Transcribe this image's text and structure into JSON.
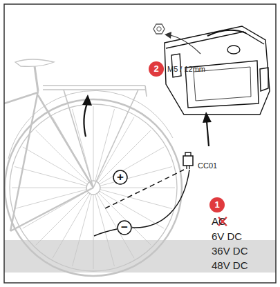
{
  "diagram": {
    "labels": [
      "2",
      "M5 / 12mm",
      "CC01",
      "+",
      "−",
      "1",
      "AC",
      "6V DC",
      "36V DC",
      "48V DC"
    ]
  }
}
